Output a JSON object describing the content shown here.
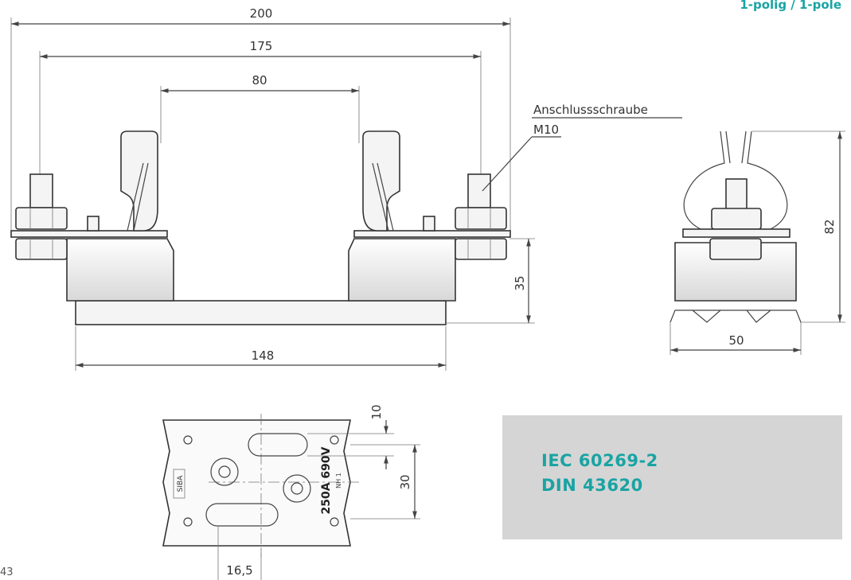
{
  "header": {
    "pole_label": "1-polig / 1-pole"
  },
  "front_view": {
    "dims": {
      "overall_width": "200",
      "contact_spacing": "175",
      "inner_width": "80",
      "base_length": "148",
      "base_height": "35"
    },
    "screw_label": "Anschlussschraube",
    "screw_size": "M10"
  },
  "side_view": {
    "dims": {
      "height": "82",
      "width": "50"
    }
  },
  "bottom_view": {
    "marking_brand": "SIBA",
    "marking_rating": "250A 690V",
    "marking_size": "NH 1",
    "dims": {
      "slot": "10",
      "hole_spacing": "30",
      "offset": "16,5"
    }
  },
  "standards": {
    "line1": "IEC 60269-2",
    "line2": "DIN 43620"
  },
  "page_marker": "43"
}
